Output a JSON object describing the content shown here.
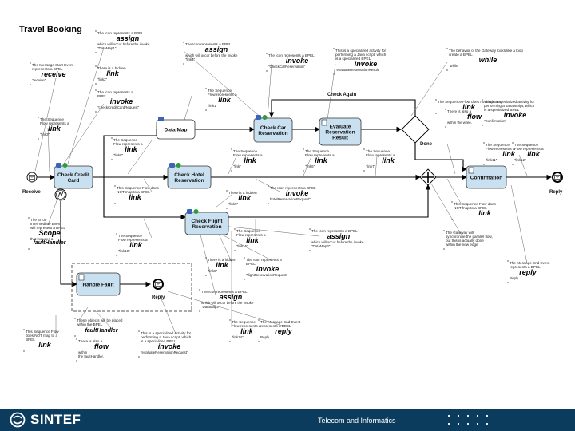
{
  "title": "Travel Booking",
  "footer": {
    "brand": "SINTEF",
    "division": "Telecom and Informatics"
  },
  "activities": {
    "check_credit": "Check Credit|Card",
    "data_map": "Data Map",
    "check_car": "Check Car|Reservation",
    "evaluate": "Evaluate|Reservation|Result",
    "check_hotel": "Check Hotel|Reservation",
    "check_flight": "Check Flight|Reservation",
    "confirmation": "Confirmation",
    "handle_fault": "Handle Fault"
  },
  "events": {
    "receive": "Receive",
    "reply_end": "Reply",
    "reply_fault": "Reply"
  },
  "flows": {
    "check_again": "Check Again",
    "done": "Done"
  },
  "notes": [
    {
      "lines": [
        "The Icon represents a BPEL"
      ],
      "kw": "assign",
      "after": [
        "which will occur before the invoke",
        "\"DataMap1\""
      ]
    },
    {
      "lines": [
        "The Icon represents a BPEL"
      ],
      "kw": "assign",
      "after": [
        "which will occur before the invoke",
        "\"link4\""
      ]
    },
    {
      "lines": [
        "The Icon represents a BPEL"
      ],
      "kw": "invoke",
      "after": [
        "\"CheckCarReservation\""
      ]
    },
    {
      "lines": [
        "This is a specialized activity for",
        "performing a Java script, which",
        "is a specialized BPEL"
      ],
      "kw": "invoke",
      "after": [
        "\"evaluateReservationResult\""
      ]
    },
    {
      "lines": [
        "The behavior of the Gateway looks like a loop",
        "create a BPEL"
      ],
      "kw": "while",
      "after": [
        "\"while\""
      ]
    },
    {
      "lines": [
        "The Sequence Flow does not map to a"
      ],
      "kw": "link",
      "after": []
    },
    {
      "lines": [
        "There is also a"
      ],
      "kw": "flow",
      "after": [
        "within the while."
      ]
    },
    {
      "lines": [
        "The Message Start Event",
        "represents a BPEL"
      ],
      "kw": "receive",
      "after": [
        "\"receive\""
      ]
    },
    {
      "lines": [
        "There is a hidden"
      ],
      "kw": "link",
      "after": [
        "\"link2\""
      ]
    },
    {
      "lines": [
        "The Icon represents a",
        "BPEL"
      ],
      "kw": "invoke",
      "after": [
        "\"checkCreditCardRequest\""
      ]
    },
    {
      "lines": [
        "The Sequence",
        "Flow represents a"
      ],
      "kw": "link",
      "after": [
        "\"link1\""
      ]
    },
    {
      "lines": [
        "The Sequence",
        "Flow represents a"
      ],
      "kw": "link",
      "after": [
        "\"link3\""
      ]
    },
    {
      "lines": [
        "This is a specialized activity for",
        "performing a Java script, which",
        "is a specialized BPEL"
      ],
      "kw": "invoke",
      "after": [
        "\"Confirmation\""
      ]
    },
    {
      "lines": [
        "The Sequence",
        "Flow represents a"
      ],
      "kw": "link",
      "after": [
        "\"link11\""
      ]
    },
    {
      "lines": [
        "The Sequence",
        "Flow represents a"
      ],
      "kw": "link",
      "after": [
        "\"link12\""
      ]
    },
    {
      "lines": [
        "The Sequence",
        "Flow represents a"
      ],
      "kw": "link",
      "after": [
        "\"link\""
      ]
    },
    {
      "lines": [
        "The Sequence",
        "Flow represents a"
      ],
      "kw": "link",
      "after": [
        "\"link6\""
      ]
    },
    {
      "lines": [
        "The Sequence",
        "Flow represents a"
      ],
      "kw": "link",
      "after": [
        "\"link8\""
      ]
    },
    {
      "lines": [
        "The Sequence",
        "Flow represents a"
      ],
      "kw": "link",
      "after": [
        "\"link7\""
      ]
    },
    {
      "lines": [
        "This Sequence Flow does",
        "NOT map to a BPEL"
      ],
      "kw": "link",
      "after": []
    },
    {
      "lines": [
        "The Icon represents a BPEL"
      ],
      "kw": "invoke",
      "after": [
        "hotelReservationRequest\""
      ]
    },
    {
      "lines": [
        "There is a hidden"
      ],
      "kw": "link",
      "after": [
        "\"link9\""
      ]
    },
    {
      "lines": [
        "This Sequence Flow does",
        "NOT map to a BPEL"
      ],
      "kw": "link",
      "after": []
    },
    {
      "lines": [
        "The Error",
        "Intermediate Event",
        "will represent a BPEL"
      ],
      "kw": "Scope",
      "after": [
        "that includes a",
        "faultHandler"
      ]
    },
    {
      "lines": [
        "The Sequence",
        "Flow represents a"
      ],
      "kw": "link",
      "after": [
        "\"link10\""
      ]
    },
    {
      "lines": [
        "The Sequence",
        "Flow represents a"
      ],
      "kw": "link",
      "after": [
        "\"link15\""
      ]
    },
    {
      "lines": [
        "The Icon represents a BPEL"
      ],
      "kw": "assign",
      "after": [
        "which will occur before the invoke",
        "\"DataMap3\""
      ]
    },
    {
      "lines": [
        "The Gateway will",
        "synchronize the parallel flow,",
        "but this is actually done",
        "within the new edge"
      ],
      "kw": "",
      "after": []
    },
    {
      "lines": [
        "There is a hidden"
      ],
      "kw": "link",
      "after": [
        "\"link5\""
      ]
    },
    {
      "lines": [
        "The Icon represents a",
        "BPEL"
      ],
      "kw": "invoke",
      "after": [
        "\"flightReservationRequest\""
      ]
    },
    {
      "lines": [
        "The Message End Event",
        "represents a BPEL"
      ],
      "kw": "reply",
      "after": [
        "Reply"
      ]
    },
    {
      "lines": [
        "The Icon represents a BPEL"
      ],
      "kw": "assign",
      "after": [
        "which will occur before the invoke",
        "\"DataMap2\""
      ]
    },
    {
      "lines": [
        "These objects will be placed",
        "within the BPEL"
      ],
      "kw": "faultHandler",
      "after": []
    },
    {
      "lines": [
        "There is also a"
      ],
      "kw": "flow",
      "after": [
        "within",
        "the faultHandler."
      ]
    },
    {
      "lines": [
        "This is a specialized activity for",
        "performing a Java script, which",
        "is a specialized BPEL"
      ],
      "kw": "invoke",
      "after": [
        "\"evaluateReservationRequest\""
      ]
    },
    {
      "lines": [
        "The Sequence",
        "Flow represents a"
      ],
      "kw": "link",
      "after": [
        "\"link14\""
      ]
    },
    {
      "lines": [
        "The Message End Event",
        "represents a BPEL"
      ],
      "kw": "reply",
      "after": [
        "Reply"
      ]
    },
    {
      "lines": [
        "This Sequence Flow",
        "does NOT map to a",
        "BPEL"
      ],
      "kw": "link",
      "after": []
    }
  ],
  "colors": {
    "task_fill": "#c9e0f0",
    "task_stroke": "#333333",
    "footer_bg": "#0b3c5d",
    "icon_blue": "#3b63b8",
    "icon_green": "#2e9a3a"
  }
}
